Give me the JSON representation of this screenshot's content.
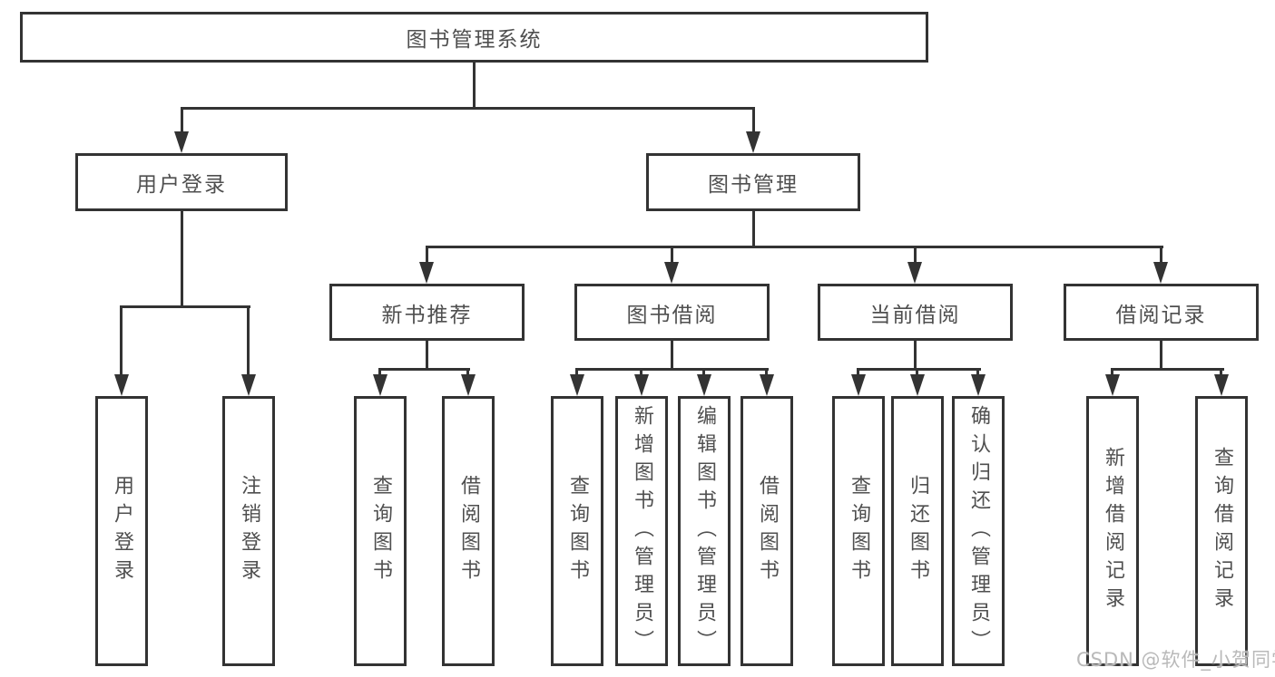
{
  "diagram": {
    "title": "图书管理系统",
    "root": {
      "label": "图书管理系统"
    },
    "level2": [
      {
        "label": "用户登录"
      },
      {
        "label": "图书管理"
      }
    ],
    "level3": [
      {
        "label": "新书推荐"
      },
      {
        "label": "图书借阅"
      },
      {
        "label": "当前借阅"
      },
      {
        "label": "借阅记录"
      }
    ],
    "leaves": {
      "user_login": [
        "用户登录",
        "注销登录"
      ],
      "new_book": [
        "查询图书",
        "借阅图书"
      ],
      "book_borrow": [
        "查询图书",
        "新增图书（管理员）",
        "编辑图书（管理员）",
        "借阅图书"
      ],
      "current_borrow": [
        "查询图书",
        "归还图书",
        "确认归还（管理员）"
      ],
      "borrow_record": [
        "新增借阅记录",
        "查询借阅记录"
      ]
    }
  },
  "watermark": "CSDN @软件_小贺同学",
  "colors": {
    "line": "#333333",
    "text": "#4f4f4f",
    "watermark": "#b9b9b9",
    "background": "#ffffff"
  }
}
